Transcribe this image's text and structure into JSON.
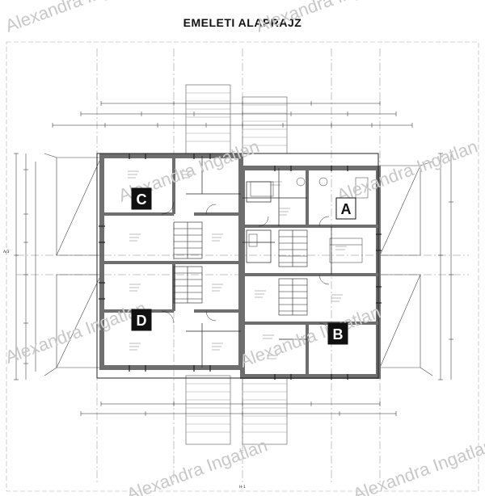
{
  "title": "EMELETI ALAPRAJZ",
  "watermark": "Alexandra Ingatlan",
  "units": [
    {
      "label": "A",
      "style": "dark-on-light"
    },
    {
      "label": "B",
      "style": "light-on-dark"
    },
    {
      "label": "C",
      "style": "light-on-dark"
    },
    {
      "label": "D",
      "style": "light-on-dark"
    }
  ],
  "side_markers": {
    "left": "A/3",
    "right": ""
  },
  "bottom_label": "H-1",
  "colors": {
    "wall": "#6e6e6e",
    "line": "#222222",
    "grid": "#888888",
    "watermark": "#c8c8c8",
    "label_dark": "#111111"
  }
}
